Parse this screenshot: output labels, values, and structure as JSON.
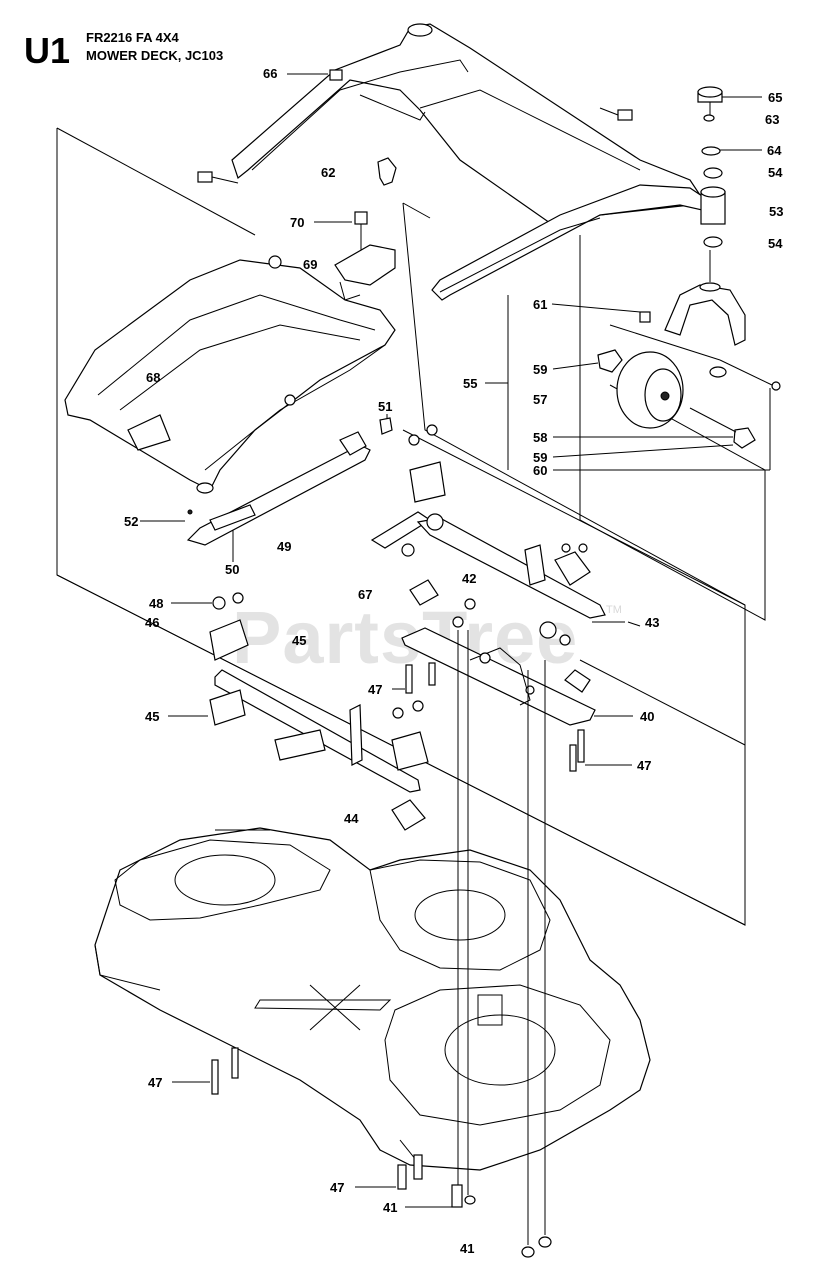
{
  "header": {
    "section_code": "U1",
    "model": "FR2216 FA 4X4",
    "title": "MOWER DECK, JC103"
  },
  "watermark": {
    "text": "PartsTree",
    "trademark": "TM",
    "color": "#e3e3e3"
  },
  "callouts": [
    {
      "id": "c66",
      "text": "66"
    },
    {
      "id": "c65",
      "text": "65"
    },
    {
      "id": "c63",
      "text": "63"
    },
    {
      "id": "c64",
      "text": "64"
    },
    {
      "id": "c54a",
      "text": "54"
    },
    {
      "id": "c53",
      "text": "53"
    },
    {
      "id": "c54b",
      "text": "54"
    },
    {
      "id": "c62",
      "text": "62"
    },
    {
      "id": "c70",
      "text": "70"
    },
    {
      "id": "c69",
      "text": "69"
    },
    {
      "id": "c61",
      "text": "61"
    },
    {
      "id": "c68",
      "text": "68"
    },
    {
      "id": "c55",
      "text": "55"
    },
    {
      "id": "c59a",
      "text": "59"
    },
    {
      "id": "c57",
      "text": "57"
    },
    {
      "id": "c51",
      "text": "51"
    },
    {
      "id": "c58",
      "text": "58"
    },
    {
      "id": "c59b",
      "text": "59"
    },
    {
      "id": "c60",
      "text": "60"
    },
    {
      "id": "c52",
      "text": "52"
    },
    {
      "id": "c49",
      "text": "49"
    },
    {
      "id": "c50",
      "text": "50"
    },
    {
      "id": "c67",
      "text": "67"
    },
    {
      "id": "c42",
      "text": "42"
    },
    {
      "id": "c48",
      "text": "48"
    },
    {
      "id": "c46",
      "text": "46"
    },
    {
      "id": "c43",
      "text": "43"
    },
    {
      "id": "c45w",
      "text": "45"
    },
    {
      "id": "c47a",
      "text": "47"
    },
    {
      "id": "c45",
      "text": "45"
    },
    {
      "id": "c40",
      "text": "40"
    },
    {
      "id": "c47b",
      "text": "47"
    },
    {
      "id": "c44",
      "text": "44"
    },
    {
      "id": "c47c",
      "text": "47"
    },
    {
      "id": "c47d",
      "text": "47"
    },
    {
      "id": "c41a",
      "text": "41"
    },
    {
      "id": "c41b",
      "text": "41"
    }
  ]
}
